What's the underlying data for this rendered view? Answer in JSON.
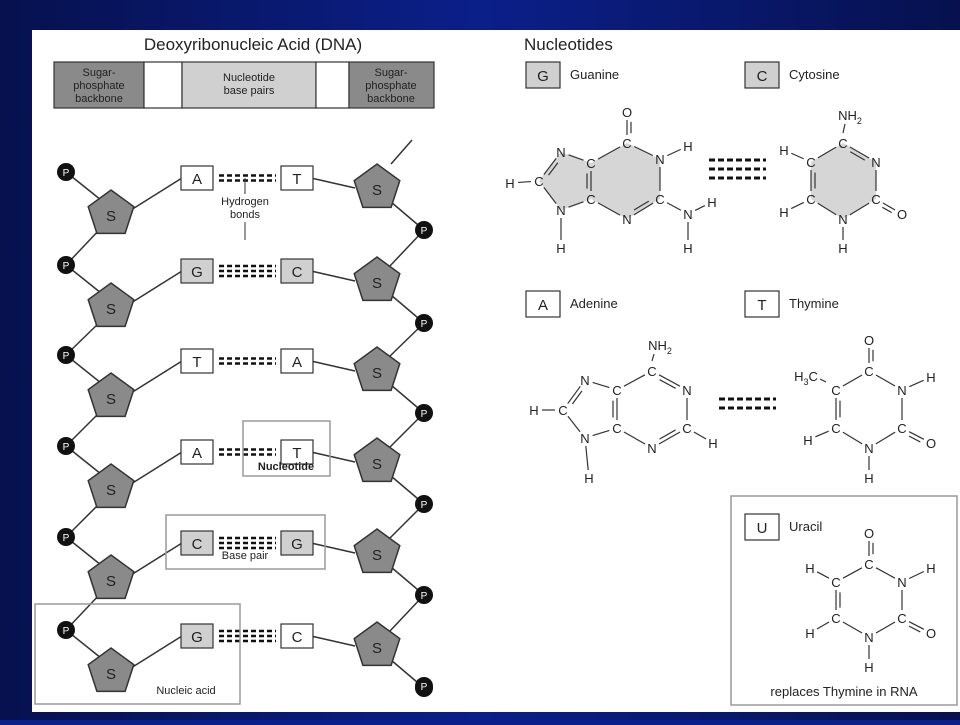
{
  "colors": {
    "slide_background": "#0b1f8a",
    "slide_gradient_edge": "#06114e",
    "panel": "#ffffff",
    "ring_fill": "#d6d6d6",
    "sugar_fill": "#8a8a8a",
    "base_box_fill": "#d0d0d0",
    "phosphate": "#111111",
    "line": "#333333",
    "annotation_box": "#9a9a9a"
  },
  "dna": {
    "title": "Deoxyribonucleic Acid (DNA)",
    "legend": {
      "left": [
        "Sugar-",
        "phosphate",
        "backbone"
      ],
      "center": [
        "Nucleotide",
        "base pairs"
      ],
      "right": [
        "Sugar-",
        "phosphate",
        "backbone"
      ]
    },
    "phosphate_label": "P",
    "sugar_label": "S",
    "pairs": [
      {
        "left": "A",
        "right": "T",
        "left_shaded": false,
        "right_shaded": false
      },
      {
        "left": "G",
        "right": "C",
        "left_shaded": true,
        "right_shaded": true
      },
      {
        "left": "T",
        "right": "A",
        "left_shaded": false,
        "right_shaded": false
      },
      {
        "left": "A",
        "right": "T",
        "left_shaded": false,
        "right_shaded": false
      },
      {
        "left": "C",
        "right": "G",
        "left_shaded": true,
        "right_shaded": true
      },
      {
        "left": "G",
        "right": "C",
        "left_shaded": true,
        "right_shaded": false
      }
    ],
    "annotations": {
      "hydrogen_bonds": [
        "Hydrogen",
        "bonds"
      ],
      "nucleotide": "Nucleotide",
      "base_pair": "Base pair",
      "nucleic_acid": "Nucleic acid"
    }
  },
  "nucleotides": {
    "title": "Nucleotides",
    "guanine": {
      "letter": "G",
      "name": "Guanine",
      "shaded": true
    },
    "cytosine": {
      "letter": "C",
      "name": "Cytosine",
      "shaded": true
    },
    "adenine": {
      "letter": "A",
      "name": "Adenine",
      "shaded": false
    },
    "thymine": {
      "letter": "T",
      "name": "Thymine",
      "shaded": false
    },
    "uracil": {
      "letter": "U",
      "name": "Uracil",
      "shaded": false,
      "note": "replaces Thymine in RNA"
    },
    "atoms": {
      "nitrogen": "N",
      "hydrogen": "H",
      "oxygen": "O",
      "carbon": "C",
      "amino": "NH",
      "methyl": "H",
      "methyl_carbon_suffix": "C",
      "subscript_2": "2",
      "subscript_3": "3"
    }
  }
}
